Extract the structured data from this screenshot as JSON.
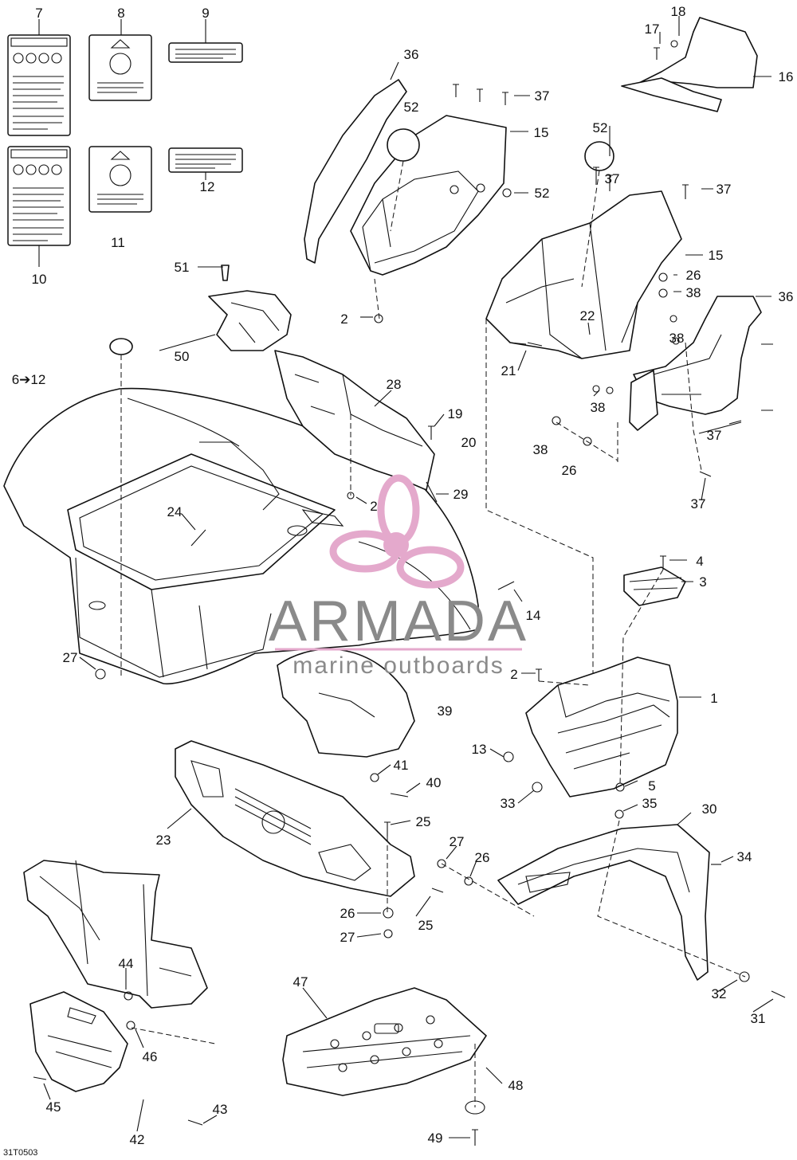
{
  "watermark": {
    "brand": "ARMADA",
    "tagline": "marine outboards",
    "color": "#e4a9cc",
    "text_color": "#8a8a8a"
  },
  "figure_code": "31T0503",
  "arrow_label": "6➔12",
  "callouts": [
    "7",
    "8",
    "9",
    "10",
    "11",
    "12",
    "51",
    "50",
    "52",
    "36",
    "52",
    "37",
    "15",
    "2",
    "17",
    "18",
    "16",
    "52",
    "37",
    "37",
    "15",
    "26",
    "38",
    "36",
    "22",
    "21",
    "38",
    "38",
    "37",
    "38",
    "26",
    "37",
    "28",
    "19",
    "20",
    "2",
    "29",
    "24",
    "27",
    "14",
    "4",
    "3",
    "2",
    "1",
    "39",
    "13",
    "41",
    "40",
    "33",
    "5",
    "35",
    "30",
    "23",
    "25",
    "27",
    "26",
    "34",
    "26",
    "25",
    "27",
    "32",
    "31",
    "44",
    "46",
    "47",
    "48",
    "45",
    "43",
    "42",
    "49"
  ]
}
